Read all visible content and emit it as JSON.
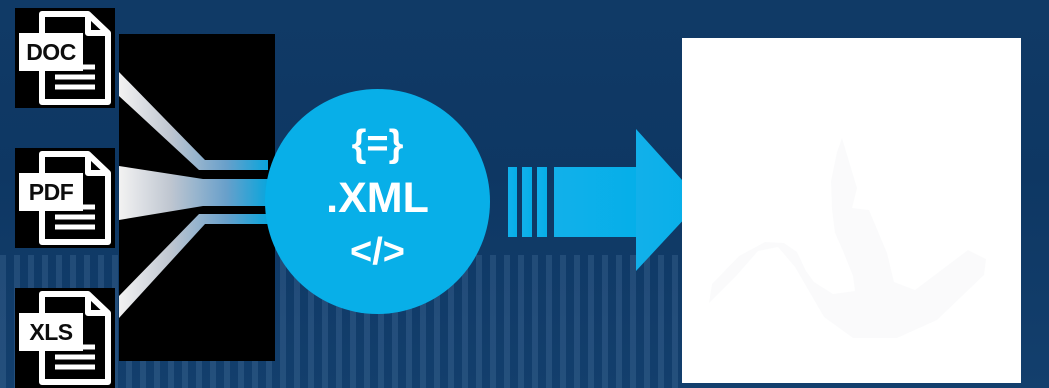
{
  "documents": [
    {
      "label": "DOC",
      "icon": "doc-file-icon"
    },
    {
      "label": "PDF",
      "icon": "pdf-file-icon"
    },
    {
      "label": "XLS",
      "icon": "xls-file-icon"
    }
  ],
  "circle": {
    "top_symbol": "{=}",
    "format_label": ".XML",
    "bottom_symbol": "</>"
  },
  "colors": {
    "background": "#103a66",
    "accent": "#08afe8",
    "panel_black": "#000000",
    "panel_white": "#ffffff"
  }
}
